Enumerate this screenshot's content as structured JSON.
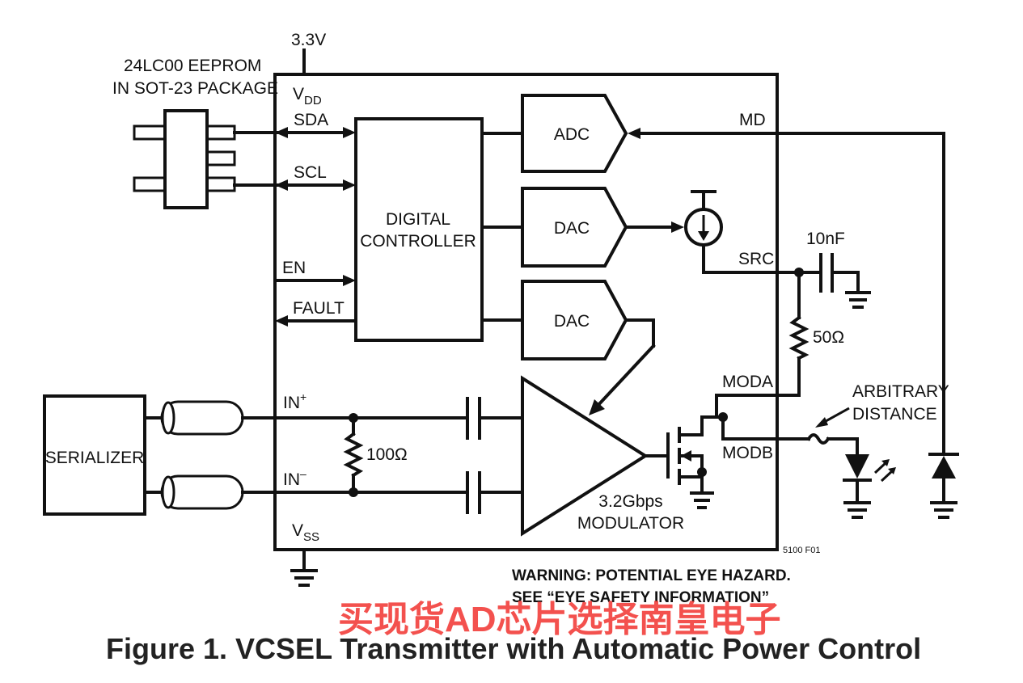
{
  "supply": {
    "vcc": "3.3V"
  },
  "eeprom": {
    "line1": "24LC00 EEPROM",
    "line2": "IN SOT-23 PACKAGE"
  },
  "ic": {
    "pins": {
      "vdd": "V",
      "vdd_sub": "DD",
      "sda": "SDA",
      "scl": "SCL",
      "en": "EN",
      "fault": "FAULT",
      "md": "MD",
      "src": "SRC",
      "moda": "MODA",
      "modb": "MODB",
      "inp": "IN",
      "inp_sup": "+",
      "inn": "IN",
      "inn_sup": "–",
      "vss": "V",
      "vss_sub": "SS"
    },
    "controller": {
      "line1": "DIGITAL",
      "line2": "CONTROLLER"
    },
    "adc": "ADC",
    "dac1": "DAC",
    "dac2": "DAC",
    "modulator": {
      "line1": "3.2Gbps",
      "line2": "MODULATOR"
    },
    "part_code": "5100 F01"
  },
  "external": {
    "serializer": "SERIALIZER",
    "cap_src": "10nF",
    "res_src": "50Ω",
    "res_term": "100Ω",
    "distance": {
      "line1": "ARBITRARY",
      "line2": "DISTANCE"
    }
  },
  "warning": {
    "line1": "WARNING: POTENTIAL EYE HAZARD.",
    "line2": "SEE “EYE SAFETY INFORMATION”"
  },
  "caption": "Figure 1. VCSEL Transmitter with Automatic Power Control",
  "watermark": "买现货AD芯片选择南皇电子"
}
